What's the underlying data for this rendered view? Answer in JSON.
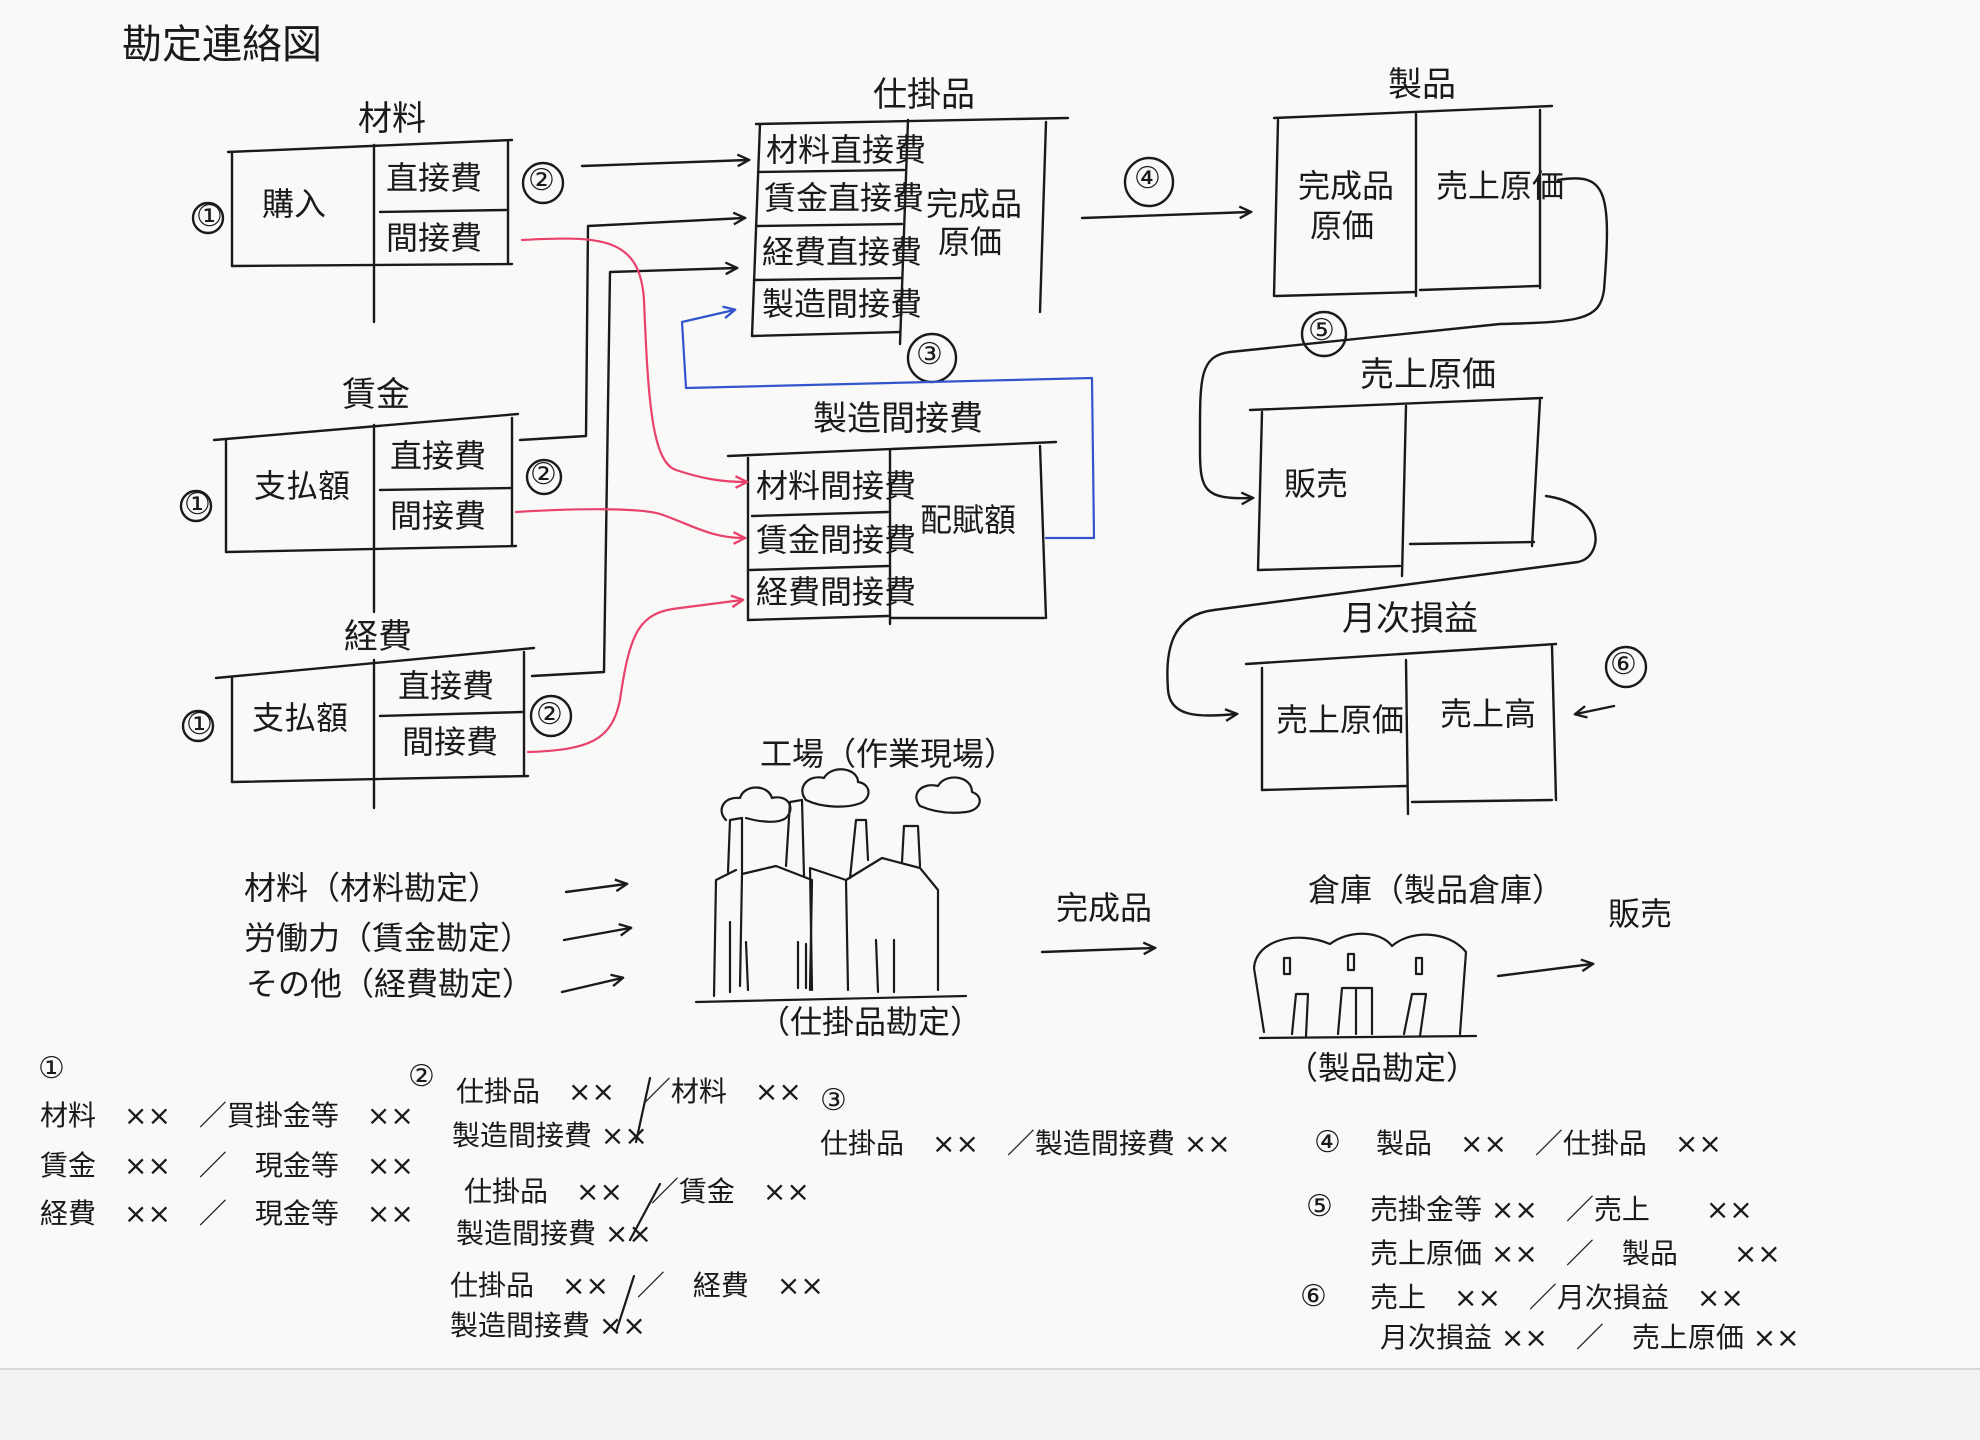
{
  "title": "勘定連絡図",
  "colors": {
    "ink": "#1a1a1a",
    "red": "#e8416a",
    "blue": "#3355cc"
  },
  "accounts": {
    "materials": {
      "title": "材料",
      "debit": "購入",
      "credit1": "直接費",
      "credit2": "間接費"
    },
    "wages": {
      "title": "賃金",
      "debit": "支払額",
      "credit1": "直接費",
      "credit2": "間接費"
    },
    "expenses": {
      "title": "経費",
      "debit": "支払額",
      "credit1": "直接費",
      "credit2": "間接費"
    },
    "wip": {
      "title": "仕掛品",
      "d1": "材料直接費",
      "d2": "賃金直接費",
      "d3": "経費直接費",
      "d4": "製造間接費",
      "credit_a": "完成品",
      "credit_b": "原価"
    },
    "overhead": {
      "title": "製造間接費",
      "d1": "材料間接費",
      "d2": "賃金間接費",
      "d3": "経費間接費",
      "credit": "配賦額"
    },
    "products": {
      "title": "製品",
      "debit_a": "完成品",
      "debit_b": "原価",
      "credit": "売上原価"
    },
    "cogs": {
      "title": "売上原価",
      "debit": "販売"
    },
    "monthly": {
      "title": "月次損益",
      "debit": "売上原価",
      "credit": "売上高"
    }
  },
  "steps": {
    "s1": "①",
    "s2": "②",
    "s3": "③",
    "s4": "④",
    "s5": "⑤",
    "s6": "⑥"
  },
  "factory": {
    "title": "工場（作業現場）",
    "inputs": [
      "材料（材料勘定）",
      "労働力（賃金勘定）",
      "その他（経費勘定）"
    ],
    "account": "（仕掛品勘定）",
    "output": "完成品",
    "warehouse_title": "倉庫（製品倉庫）",
    "warehouse_account": "（製品勘定）",
    "sale": "販売"
  },
  "journals": {
    "j1": {
      "num": "①",
      "lines": [
        "材料　××　／買掛金等　××",
        "賃金　××　／　現金等　××",
        "経費　××　／　現金等　××"
      ]
    },
    "j2": {
      "num": "②",
      "lines": [
        "仕掛品　××　／材料　××",
        "製造間接費 ××",
        "仕掛品　××　／賃金　××",
        "製造間接費 ××",
        "仕掛品　××　／　経費　××",
        "製造間接費 ××"
      ]
    },
    "j3": {
      "num": "③",
      "lines": [
        "仕掛品　××　／製造間接費 ××"
      ]
    },
    "j4": {
      "num": "④",
      "lines": [
        "製品　××　／仕掛品　××"
      ]
    },
    "j5": {
      "num": "⑤",
      "lines": [
        "売掛金等 ××　／売上　　××",
        "売上原価 ××　／　製品　　××"
      ]
    },
    "j6": {
      "num": "⑥",
      "lines": [
        "売上　××　／月次損益　××",
        "月次損益 ××　／　売上原価 ××"
      ]
    }
  }
}
